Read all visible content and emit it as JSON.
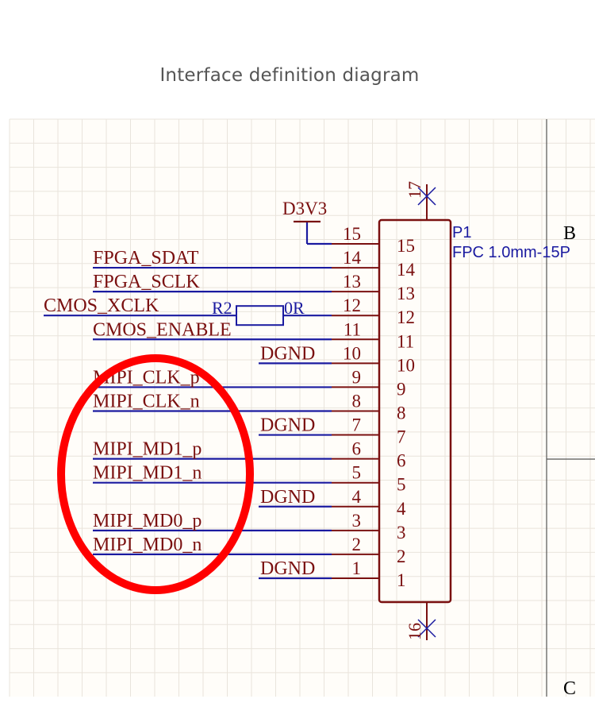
{
  "title": "Interface definition diagram",
  "supply_label": "D3V3",
  "component": {
    "designator": "P1",
    "value": "FPC 1.0mm-15P"
  },
  "mount_pins": {
    "top": "17",
    "bottom": "16"
  },
  "resistor": {
    "designator": "R2",
    "value": "0R"
  },
  "zones": {
    "upper": "B",
    "lower": "C"
  },
  "pins": [
    {
      "num": "15",
      "net": ""
    },
    {
      "num": "14",
      "net": "FPGA_SDAT"
    },
    {
      "num": "13",
      "net": "FPGA_SCLK"
    },
    {
      "num": "12",
      "net": "CMOS_XCLK"
    },
    {
      "num": "11",
      "net": "CMOS_ENABLE"
    },
    {
      "num": "10",
      "net": "DGND"
    },
    {
      "num": "9",
      "net": "MIPI_CLK_p"
    },
    {
      "num": "8",
      "net": "MIPI_CLK_n"
    },
    {
      "num": "7",
      "net": "DGND"
    },
    {
      "num": "6",
      "net": "MIPI_MD1_p"
    },
    {
      "num": "5",
      "net": "MIPI_MD1_n"
    },
    {
      "num": "4",
      "net": "DGND"
    },
    {
      "num": "3",
      "net": "MIPI_MD0_p"
    },
    {
      "num": "2",
      "net": "MIPI_MD0_n"
    },
    {
      "num": "1",
      "net": "DGND"
    }
  ],
  "colors": {
    "wire": "#1a1aa0",
    "component": "#7a1010",
    "label": "#7a1010",
    "highlight": "#ff0000",
    "grid": "#e9e4dc",
    "sheet": "#fffdf9"
  }
}
